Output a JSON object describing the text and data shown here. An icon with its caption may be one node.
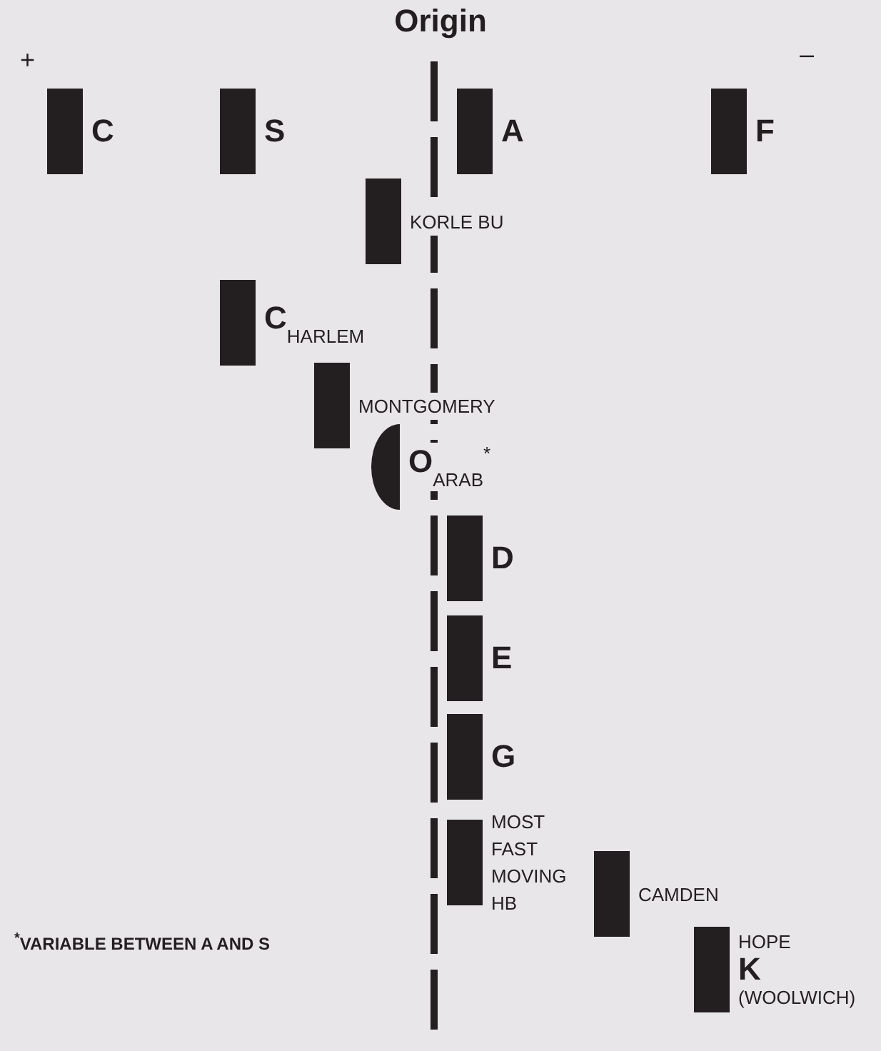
{
  "diagram": {
    "title": "Origin",
    "nodes": [
      {
        "text": [],
        "shape": "bar",
        "beside": [
          "C"
        ]
      },
      {
        "text": [],
        "shape": "bar",
        "beside": [
          "S"
        ]
      },
      {
        "text": [],
        "shape": "bar",
        "beside": [
          "A"
        ]
      },
      {
        "text": [],
        "shape": "bar",
        "beside": [
          "F"
        ]
      },
      {
        "text": [],
        "shape": "bar",
        "beside": [
          "KORLE BU"
        ]
      },
      {
        "text": [],
        "shape": "bar",
        "beside": [
          "C$_{HARLEM}$"
        ]
      },
      {
        "text": [],
        "shape": "bar",
        "beside": [
          "MONTGOMERY"
        ]
      },
      {
        "text": [],
        "shape": "half-circle",
        "beside": [
          "O$_{ARAB}$$^{*}$"
        ]
      },
      {
        "text": [],
        "shape": "bar",
        "beside": [
          "D"
        ]
      },
      {
        "text": [],
        "shape": "bar",
        "beside": [
          "E"
        ]
      },
      {
        "text": [],
        "shape": "bar",
        "beside": [
          "G"
        ]
      },
      {
        "text": [],
        "shape": "bar",
        "beside": [
          "MOST FAST MOVING HB"
        ]
      },
      {
        "text": [],
        "shape": "bar",
        "beside": [
          "CAMDEN"
        ]
      },
      {
        "text": [],
        "shape": "bar",
        "beside": [
          "HOPE",
          "K",
          "(WOOLWICH)"
        ]
      }
    ],
    "labels": [
      "+",
      "–",
      "$^{*}$VARIABLE BETWEEN A AND S"
    ]
  }
}
